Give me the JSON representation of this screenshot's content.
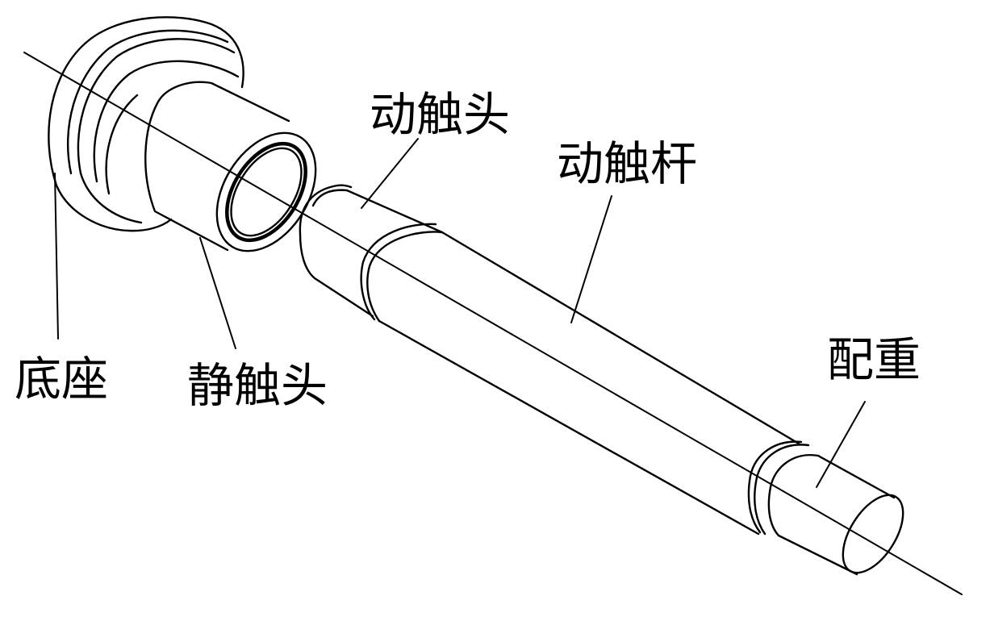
{
  "labels": {
    "base": "底座",
    "static_contact": "静触头",
    "moving_contact": "动触头",
    "moving_rod": "动触杆",
    "counterweight": "配重"
  }
}
